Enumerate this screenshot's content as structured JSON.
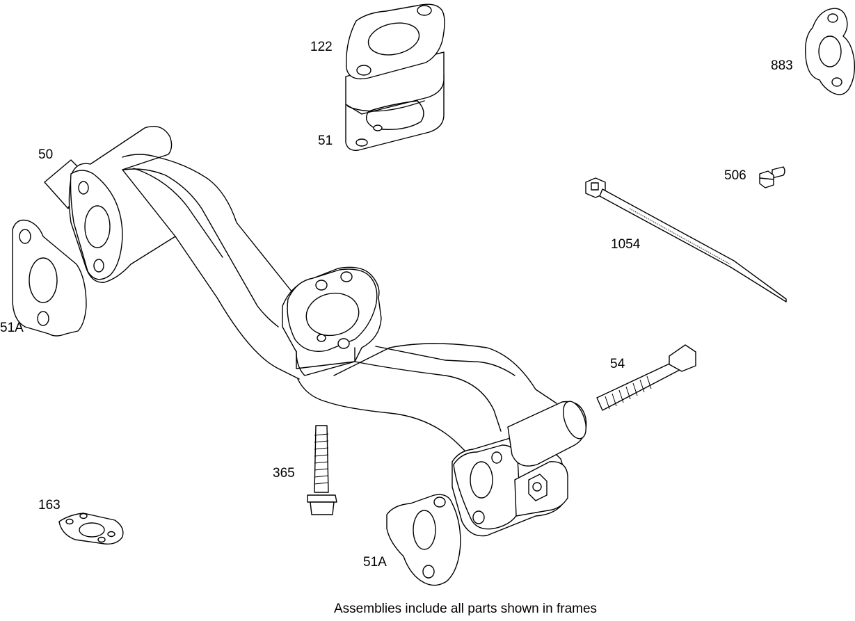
{
  "diagram": {
    "labels": {
      "p122": "122",
      "p51": "51",
      "p50": "50",
      "p51a_left": "51A",
      "p883": "883",
      "p506": "506",
      "p1054": "1054",
      "p54": "54",
      "p365": "365",
      "p163": "163",
      "p51a_bottom": "51A"
    },
    "footnote": "Assemblies include all parts shown in frames"
  }
}
